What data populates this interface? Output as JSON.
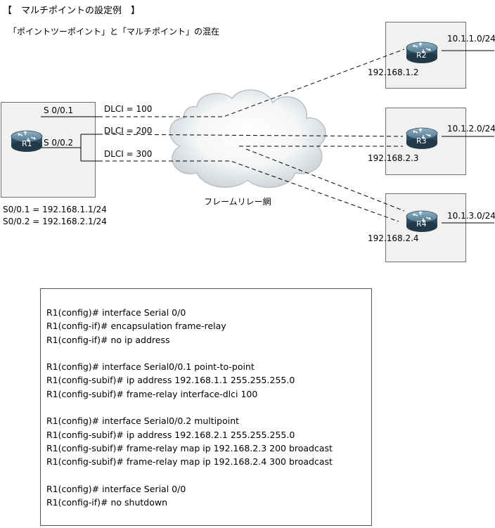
{
  "title": "【　マルチポイントの設定例　】",
  "subtitle": "「ポイントツーポイント」と「マルチポイント」の混在",
  "cloud_label": "フレームリレー網",
  "r1": {
    "name": "R1",
    "if1": "S 0/0.1",
    "if2": "S 0/0.2",
    "addr1": "S0/0.1 = 192.168.1.1/24",
    "addr2": "S0/0.2 = 192.168.2.1/24"
  },
  "dlci": [
    "DLCI = 100",
    "DLCI = 200",
    "DLCI = 300"
  ],
  "routers": [
    {
      "name": "R2",
      "network": "10.1.1.0/24",
      "ip": "192.168.1.2"
    },
    {
      "name": "R3",
      "network": "10.1.2.0/24",
      "ip": "192.168.2.3"
    },
    {
      "name": "R4",
      "network": "10.1.3.0/24",
      "ip": "192.168.2.4"
    }
  ],
  "config": [
    "R1(config)# interface Serial 0/0",
    "R1(config-if)# encapsulation frame-relay",
    "R1(config-if)# no ip address",
    "",
    "R1(config)# interface Serial0/0.1 point-to-point",
    "R1(config-subif)# ip address 192.168.1.1 255.255.255.0",
    "R1(config-subif)# frame-relay interface-dlci 100",
    "",
    "R1(config)# interface Serial0/0.2 multipoint",
    "R1(config-subif)# ip address 192.168.2.1 255.255.255.0",
    "R1(config-subif)# frame-relay map ip 192.168.2.3 200 broadcast",
    "R1(config-subif)# frame-relay map ip 192.168.2.4 300 broadcast",
    "",
    "R1(config)# interface Serial 0/0",
    "R1(config-if)# no shutdown"
  ],
  "colors": {
    "box_fill": "#f1f1f1",
    "router_dark": "#2f4a5c",
    "router_light": "#6f93a8"
  }
}
